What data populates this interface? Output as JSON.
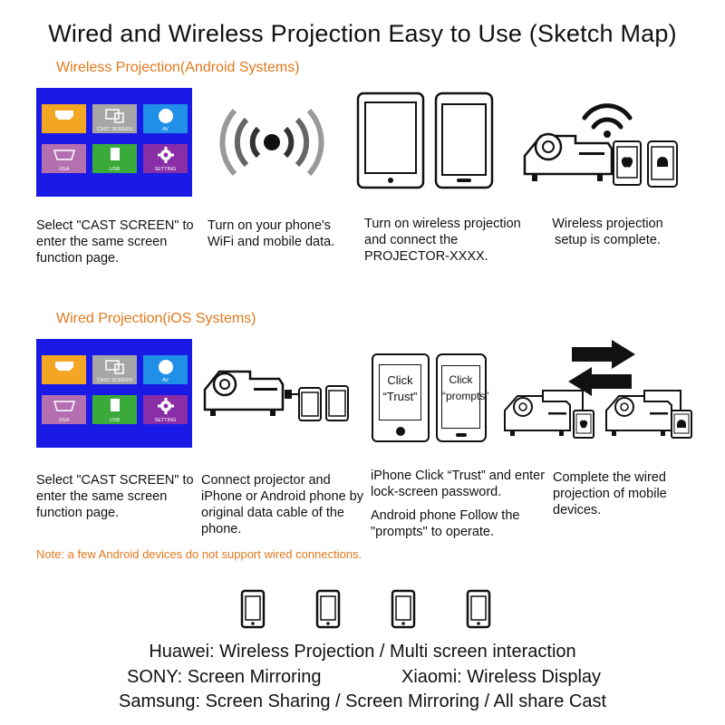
{
  "title": "Wired and Wireless Projection Easy to Use (Sketch Map)",
  "wireless": {
    "heading": "Wireless Projection(Android Systems)",
    "menu": {
      "tiles": [
        {
          "label": "",
          "icon": "hdmi-icon",
          "color": "#f2a623"
        },
        {
          "label": "CAST SCREEN",
          "icon": "cast-screen-icon",
          "color": "#a6a6a6"
        },
        {
          "label": "AV",
          "icon": "av-icon",
          "color": "#1f8fe8"
        },
        {
          "label": "VGA",
          "icon": "vga-icon",
          "color": "#b46fb0"
        },
        {
          "label": "USB",
          "icon": "usb-icon",
          "color": "#3aab3a"
        },
        {
          "label": "SETTING",
          "icon": "gear-icon",
          "color": "#8a2ea8"
        }
      ]
    },
    "steps": [
      {
        "text": "Select \"CAST SCREEN\" to enter the same screen function page."
      },
      {
        "text": "Turn on your phone's WiFi and mobile data."
      },
      {
        "text": "Turn on wireless projection and connect the PROJECTOR-XXXX."
      },
      {
        "text": "Wireless projection setup is complete."
      }
    ]
  },
  "wired": {
    "heading": "Wired Projection(iOS Systems)",
    "phone_screens": {
      "left": "Click “Trust”",
      "right": "Click “prompts”"
    },
    "steps": [
      {
        "text": "Select \"CAST SCREEN\" to enter the same screen function page."
      },
      {
        "text": "Connect projector and iPhone or Android phone by original data cable of the phone."
      },
      {
        "text": "iPhone Click “Trust” and enter lock-screen password."
      },
      {
        "text": "Android phone Follow the \"prompts\" to operate."
      },
      {
        "text": "Complete the wired projection of mobile devices."
      }
    ],
    "note": "Note: a few Android devices do not support wired connections."
  },
  "brands": {
    "line1": "Huawei: Wireless Projection / Multi screen interaction",
    "line2a": "SONY: Screen Mirroring",
    "line2b": "Xiaomi: Wireless Display",
    "line3": "Samsung: Screen Sharing / Screen Mirroring / All share Cast"
  },
  "colors": {
    "accent": "#e2781c",
    "menu_bg": "#1a1ae6"
  }
}
